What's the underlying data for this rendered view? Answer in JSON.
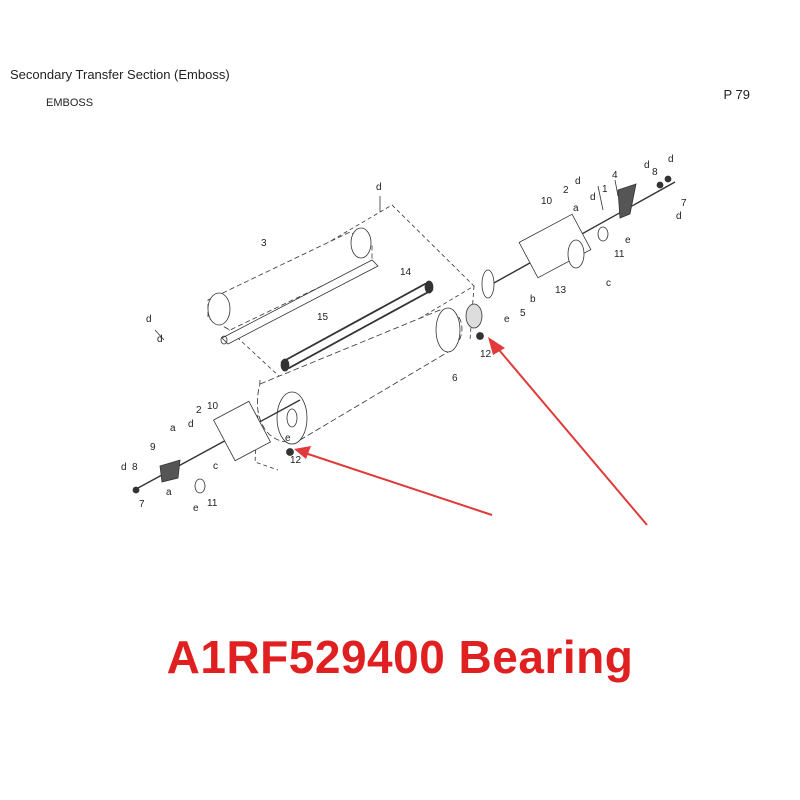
{
  "header": {
    "title": "Secondary Transfer Section (Emboss)",
    "subtitle": "EMBOSS",
    "page": "P 79"
  },
  "callouts": {
    "rear": [
      "d",
      "10",
      "2",
      "d",
      "a",
      "d",
      "1",
      "4",
      "d",
      "8",
      "d",
      "7",
      "d",
      "e",
      "11",
      "c",
      "13",
      "b",
      "e",
      "5",
      "12"
    ],
    "mid": [
      "d",
      "3",
      "14",
      "15",
      "d",
      "6"
    ],
    "front": [
      "d",
      "2",
      "10",
      "a",
      "9",
      "d",
      "8",
      "7",
      "a",
      "c",
      "e",
      "11",
      "e",
      "12"
    ]
  },
  "caption": {
    "text": "A1RF529400 Bearing",
    "color": "#e02020"
  },
  "colors": {
    "arrow": "#e03a3a",
    "line": "#333333"
  }
}
